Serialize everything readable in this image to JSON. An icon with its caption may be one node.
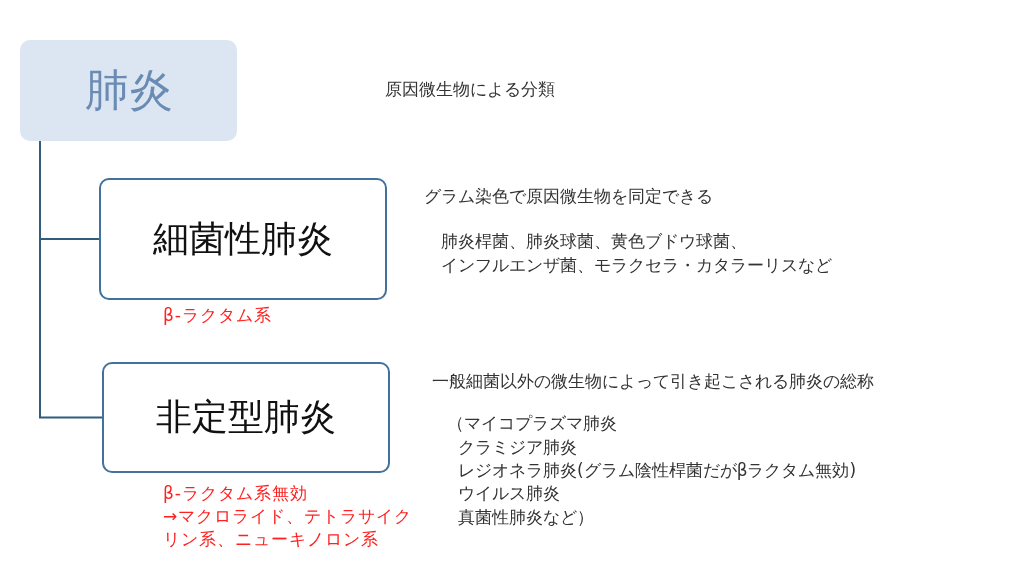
{
  "diagram": {
    "nodes": [
      {
        "text": [
          "肺炎"
        ]
      },
      {
        "text": [
          "細菌性肺炎"
        ],
        "beside": [
          "β-ラクタム系"
        ]
      },
      {
        "text": [
          "非定型肺炎"
        ],
        "beside": [
          "β-ラクタム系無効",
          "→マクロライド、テトラサイクリン系、ニューキノロン系"
        ]
      }
    ],
    "edges": [
      {
        "from": 0,
        "to": 1,
        "arrow": "none"
      },
      {
        "from": 0,
        "to": 2,
        "arrow": "none"
      }
    ],
    "labels": [
      "原因微生物による分類",
      "グラム染色で原因微生物を同定できる",
      "肺炎桿菌、肺炎球菌、黄色ブドウ球菌、",
      "インフルエンザ菌、モラクセラ・カタラーリスなど",
      "一般細菌以外の微生物によって引き起こされる肺炎の総称",
      "（マイコプラズマ肺炎",
      "クラミジア肺炎",
      "レジオネラ肺炎(グラム陰性桿菌だがβラクタム無効)",
      "ウイルス肺炎",
      "真菌性肺炎など）"
    ]
  }
}
